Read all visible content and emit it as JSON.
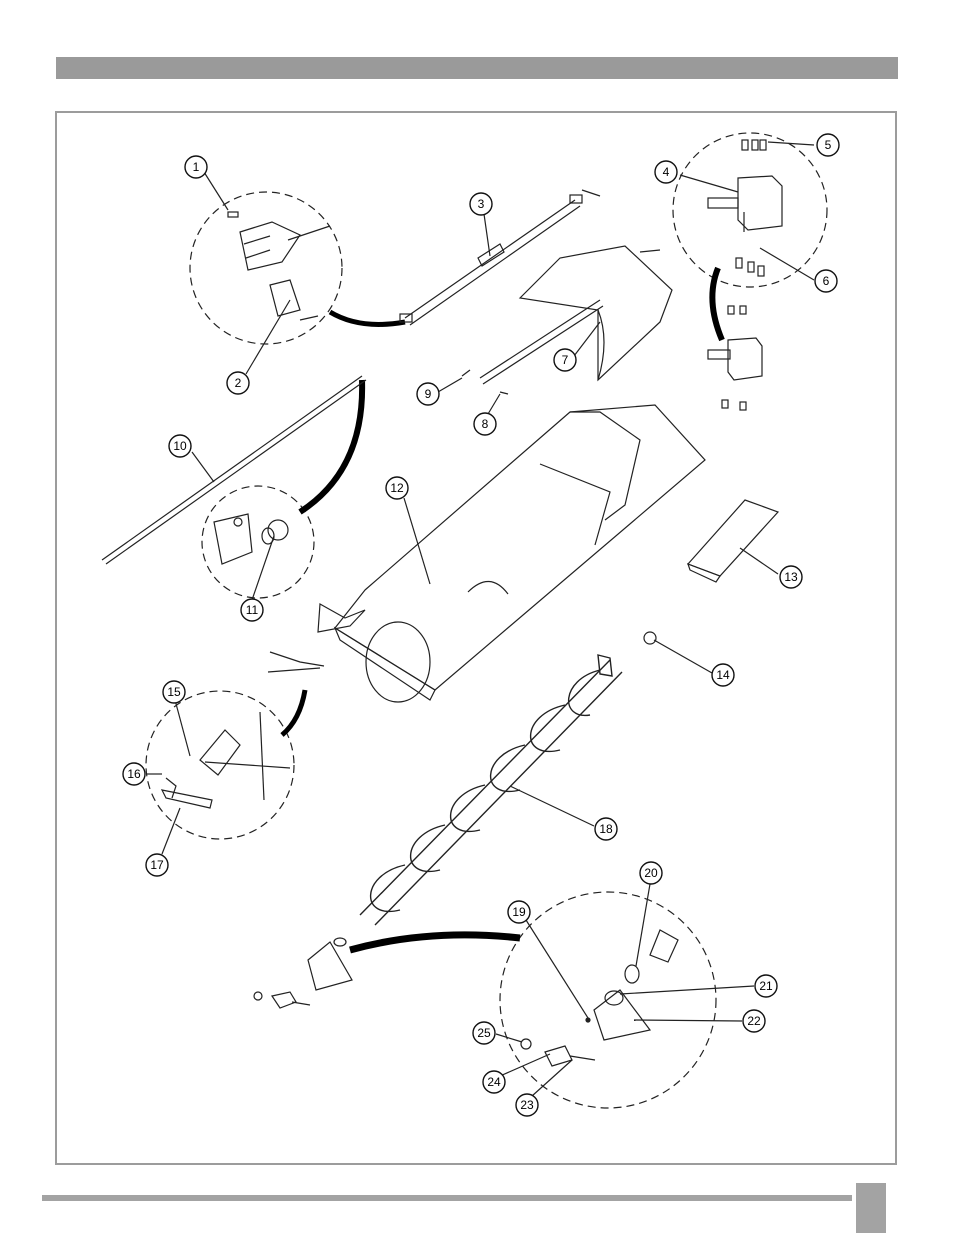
{
  "header": {
    "bar_color": "#9a9a9a"
  },
  "footer": {
    "line_color": "#a3a3a3",
    "page_number": ""
  },
  "diagram": {
    "callouts": [
      {
        "id": "callout-1",
        "label": "1"
      },
      {
        "id": "callout-2",
        "label": "2"
      },
      {
        "id": "callout-3",
        "label": "3"
      },
      {
        "id": "callout-4",
        "label": "4"
      },
      {
        "id": "callout-5",
        "label": "5"
      },
      {
        "id": "callout-6",
        "label": "6"
      },
      {
        "id": "callout-7",
        "label": "7"
      },
      {
        "id": "callout-8",
        "label": "8"
      },
      {
        "id": "callout-9",
        "label": "9"
      },
      {
        "id": "callout-10",
        "label": "10"
      },
      {
        "id": "callout-11",
        "label": "11"
      },
      {
        "id": "callout-12",
        "label": "12"
      },
      {
        "id": "callout-13",
        "label": "13"
      },
      {
        "id": "callout-14",
        "label": "14"
      },
      {
        "id": "callout-15",
        "label": "15"
      },
      {
        "id": "callout-16",
        "label": "16"
      },
      {
        "id": "callout-17",
        "label": "17"
      },
      {
        "id": "callout-18",
        "label": "18"
      },
      {
        "id": "callout-19",
        "label": "19"
      },
      {
        "id": "callout-20",
        "label": "20"
      },
      {
        "id": "callout-21",
        "label": "21"
      },
      {
        "id": "callout-22",
        "label": "22"
      },
      {
        "id": "callout-23",
        "label": "23"
      },
      {
        "id": "callout-24",
        "label": "24"
      },
      {
        "id": "callout-25",
        "label": "25"
      }
    ]
  }
}
